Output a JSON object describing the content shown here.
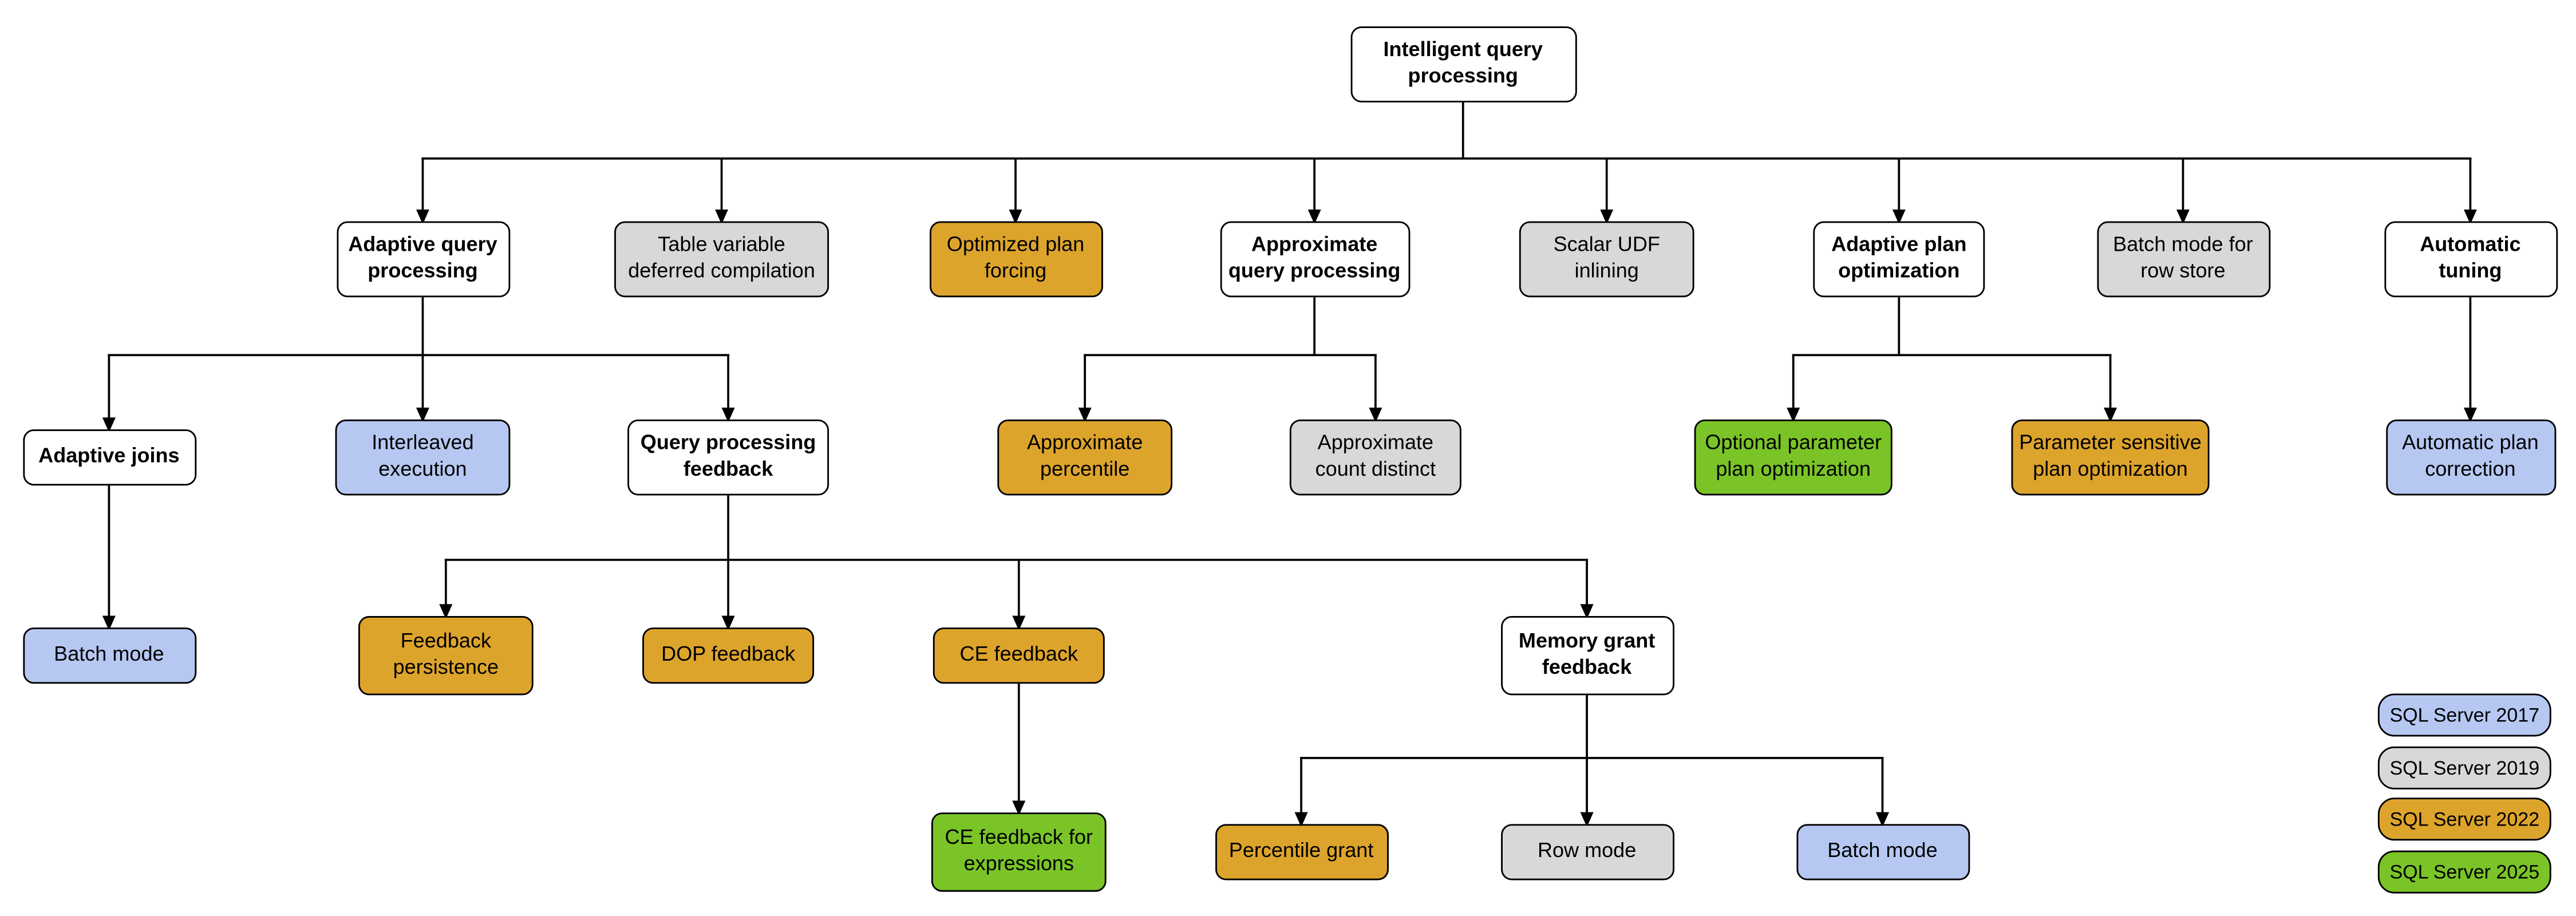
{
  "diagram": {
    "title": "Intelligent query processing",
    "nodes": [
      {
        "id": "root",
        "label": "Intelligent query\nprocessing",
        "version": "category",
        "parent": null
      },
      {
        "id": "adaptive-query-processing",
        "label": "Adaptive query\nprocessing",
        "version": "category",
        "parent": "root"
      },
      {
        "id": "table-variable-deferred-compilation",
        "label": "Table variable\ndeferred compilation",
        "version": "SQL Server 2019",
        "parent": "root"
      },
      {
        "id": "optimized-plan-forcing",
        "label": "Optimized plan\nforcing",
        "version": "SQL Server 2022",
        "parent": "root"
      },
      {
        "id": "approximate-query-processing",
        "label": "Approximate\nquery processing",
        "version": "category",
        "parent": "root"
      },
      {
        "id": "scalar-udf-inlining",
        "label": "Scalar UDF\ninlining",
        "version": "SQL Server 2019",
        "parent": "root"
      },
      {
        "id": "adaptive-plan-optimization",
        "label": "Adaptive plan\noptimization",
        "version": "category",
        "parent": "root"
      },
      {
        "id": "batch-mode-for-row-store",
        "label": "Batch mode for\nrow store",
        "version": "SQL Server 2019",
        "parent": "root"
      },
      {
        "id": "automatic-tuning",
        "label": "Automatic\ntuning",
        "version": "category",
        "parent": "root"
      },
      {
        "id": "adaptive-joins",
        "label": "Adaptive joins",
        "version": "category",
        "parent": "adaptive-query-processing"
      },
      {
        "id": "interleaved-execution",
        "label": "Interleaved\nexecution",
        "version": "SQL Server 2017",
        "parent": "adaptive-query-processing"
      },
      {
        "id": "query-processing-feedback",
        "label": "Query processing\nfeedback",
        "version": "category",
        "parent": "adaptive-query-processing"
      },
      {
        "id": "approximate-percentile",
        "label": "Approximate\npercentile",
        "version": "SQL Server 2022",
        "parent": "approximate-query-processing"
      },
      {
        "id": "approximate-count-distinct",
        "label": "Approximate\ncount distinct",
        "version": "SQL Server 2019",
        "parent": "approximate-query-processing"
      },
      {
        "id": "optional-parameter-plan-optimization",
        "label": "Optional parameter\nplan optimization",
        "version": "SQL Server 2025",
        "parent": "adaptive-plan-optimization"
      },
      {
        "id": "parameter-sensitive-plan-optimization",
        "label": "Parameter sensitive\nplan optimization",
        "version": "SQL Server 2022",
        "parent": "adaptive-plan-optimization"
      },
      {
        "id": "automatic-plan-correction",
        "label": "Automatic plan\ncorrection",
        "version": "SQL Server 2017",
        "parent": "automatic-tuning"
      },
      {
        "id": "batch-mode-adaptive-joins",
        "label": "Batch mode",
        "version": "SQL Server 2017",
        "parent": "adaptive-joins"
      },
      {
        "id": "feedback-persistence",
        "label": "Feedback\npersistence",
        "version": "SQL Server 2022",
        "parent": "query-processing-feedback"
      },
      {
        "id": "dop-feedback",
        "label": "DOP feedback",
        "version": "SQL Server 2022",
        "parent": "query-processing-feedback"
      },
      {
        "id": "ce-feedback",
        "label": "CE feedback",
        "version": "SQL Server 2022",
        "parent": "query-processing-feedback"
      },
      {
        "id": "memory-grant-feedback",
        "label": "Memory grant\nfeedback",
        "version": "category",
        "parent": "query-processing-feedback"
      },
      {
        "id": "ce-feedback-for-expressions",
        "label": "CE feedback for\nexpressions",
        "version": "SQL Server 2025",
        "parent": "ce-feedback"
      },
      {
        "id": "percentile-grant",
        "label": "Percentile grant",
        "version": "SQL Server 2022",
        "parent": "memory-grant-feedback"
      },
      {
        "id": "row-mode",
        "label": "Row mode",
        "version": "SQL Server 2019",
        "parent": "memory-grant-feedback"
      },
      {
        "id": "batch-mode-memory-grant",
        "label": "Batch mode",
        "version": "SQL Server 2017",
        "parent": "memory-grant-feedback"
      }
    ]
  },
  "legend": {
    "items": [
      {
        "label": "SQL Server 2017",
        "color": "#b6c8f2"
      },
      {
        "label": "SQL Server 2019",
        "color": "#d8d8d8"
      },
      {
        "label": "SQL Server 2022",
        "color": "#dda42c"
      },
      {
        "label": "SQL Server 2025",
        "color": "#7ac428"
      }
    ]
  },
  "colors": {
    "base": "#ffffff",
    "sql2017": "#b6c8f2",
    "sql2019": "#d8d8d8",
    "sql2022": "#dda42c",
    "sql2025": "#7ac428",
    "line": "#000000"
  }
}
